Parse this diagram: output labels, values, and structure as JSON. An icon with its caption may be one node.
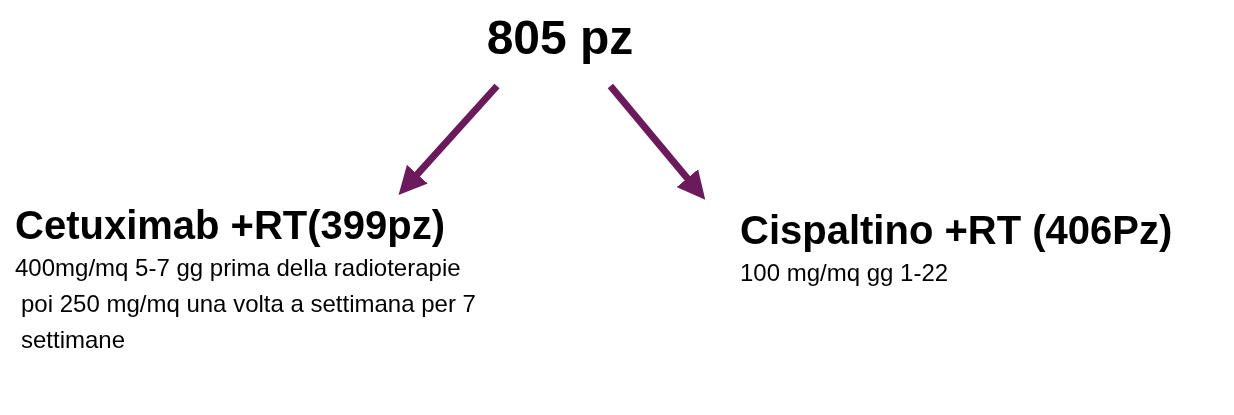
{
  "diagram": {
    "nodes": [
      {
        "text": [
          "805 pz"
        ]
      },
      {
        "text": [
          "Cetuximab +RT(399pz)",
          "400mg/mq 5-7 gg prima della radioterapie",
          "poi 250 mg/mq una volta a settimana per 7 settimane"
        ]
      },
      {
        "text": [
          "Cispaltino +RT (406Pz)",
          "100 mg/mq gg 1-22"
        ]
      }
    ],
    "edges": [
      {
        "from": 0,
        "to": 1,
        "arrow": "to"
      },
      {
        "from": 0,
        "to": 2,
        "arrow": "to"
      }
    ]
  }
}
